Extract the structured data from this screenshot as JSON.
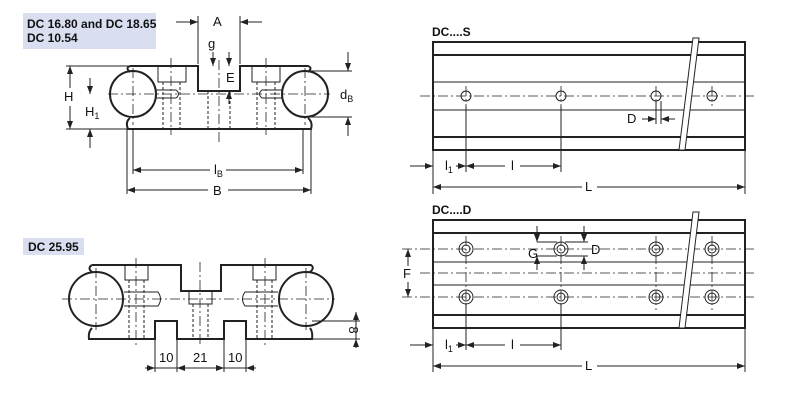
{
  "views": {
    "top_left": {
      "title_line1": "DC 16.80 and DC 18.65",
      "title_line2": "DC 10.54",
      "dims": {
        "A": "A",
        "g": "g",
        "E": "E",
        "H": "H",
        "H1": "H",
        "H1_sub": "1",
        "dB": "d",
        "dB_sub": "B",
        "lB": "l",
        "lB_sub": "B",
        "B": "B"
      }
    },
    "bottom_left": {
      "title": "DC 25.95",
      "dims": {
        "slot1": "10",
        "gap": "21",
        "slot2": "10",
        "height": "8"
      }
    },
    "top_right": {
      "title": "DC....S",
      "dims": {
        "D": "D",
        "l1": "l",
        "l1_sub": "1",
        "l": "l",
        "L": "L"
      }
    },
    "bottom_right": {
      "title": "DC....D",
      "dims": {
        "G": "G",
        "D": "D",
        "F": "F",
        "l1": "l",
        "l1_sub": "1",
        "l": "l",
        "L": "L"
      }
    }
  }
}
